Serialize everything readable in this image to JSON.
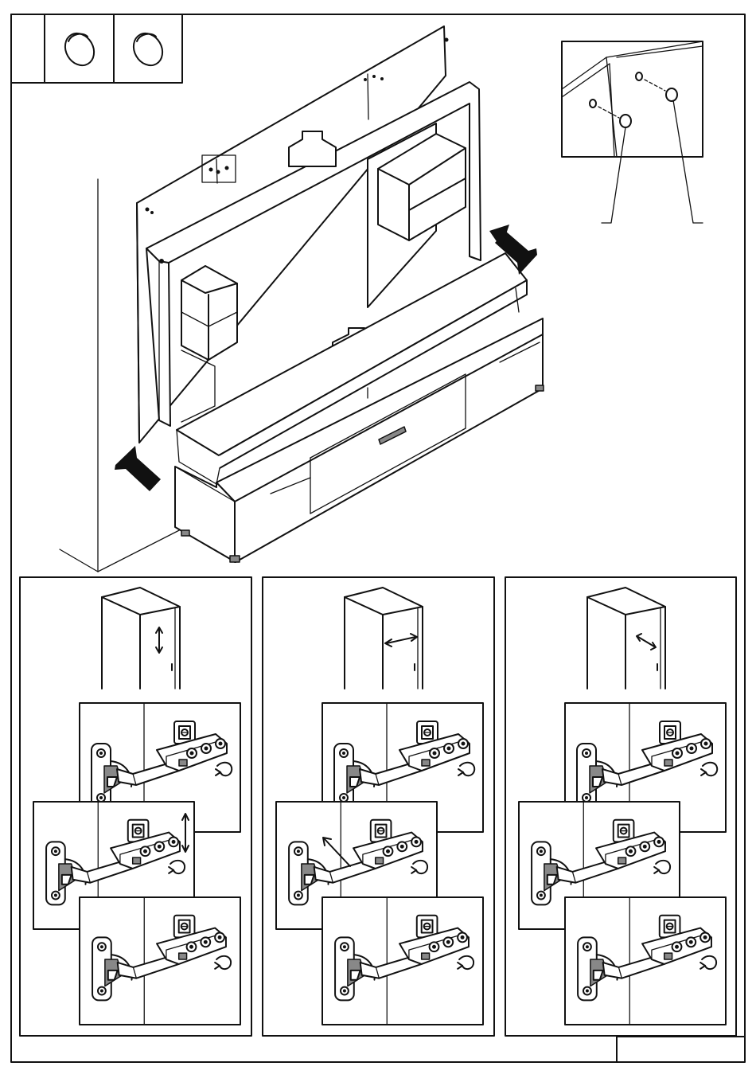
{
  "document": {
    "kind": "furniture assembly instruction sheet",
    "text_visible": false
  },
  "parts_table": {
    "columns": 3,
    "cells": [
      {
        "icon": "empty-cell"
      },
      {
        "icon": "cover-cap-icon"
      },
      {
        "icon": "cover-cap-icon"
      }
    ]
  },
  "hinge_panels": [
    {
      "direction": "vertical-adjustment"
    },
    {
      "direction": "horizontal-adjustment"
    },
    {
      "direction": "depth-adjustment"
    }
  ],
  "footer": {
    "page_cell": ""
  },
  "colors": {
    "line": "#111111",
    "background": "#ffffff",
    "metal": "#888888"
  }
}
